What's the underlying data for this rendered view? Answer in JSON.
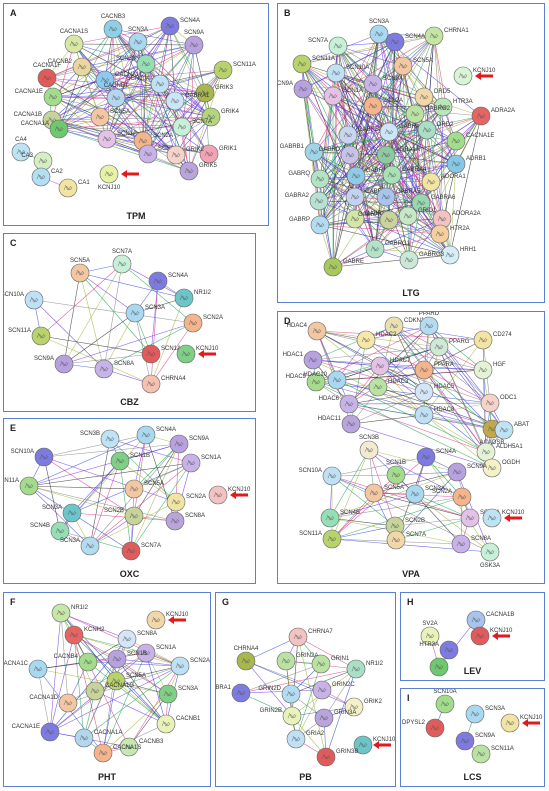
{
  "arrow_color": "#e3191c",
  "edge_colors": [
    "#2a3cd8",
    "#6a2ee0",
    "#16a34a",
    "#d92b87",
    "#222222",
    "#9ab22f",
    "#7a7a7a"
  ],
  "panels": [
    {
      "id": "A",
      "title": "TPM",
      "highlight": "KCNJ10",
      "nodes": [
        {
          "name": "CACNB3",
          "color": "#8fd0e8"
        },
        {
          "name": "SCN4A",
          "color": "#7e7be0"
        },
        {
          "name": "CACNA1S",
          "color": "#d9e7a6"
        },
        {
          "name": "SCN3A",
          "color": "#a9d8f1"
        },
        {
          "name": "SCN9A",
          "color": "#b7a2df"
        },
        {
          "name": "CACNA1F",
          "color": "#e05c5c"
        },
        {
          "name": "CACNB2",
          "color": "#e9d7a0"
        },
        {
          "name": "SCN3B",
          "color": "#96dfb6"
        },
        {
          "name": "SCN11A",
          "color": "#b8d36b"
        },
        {
          "name": "CACNA1E",
          "color": "#a3dc8c"
        },
        {
          "name": "CACNA1C",
          "color": "#8ec9ef"
        },
        {
          "name": "SCN10A",
          "color": "#bfe0f5"
        },
        {
          "name": "GRIK3",
          "color": "#a9b84e"
        },
        {
          "name": "CACNB1",
          "color": "#b5d6ef"
        },
        {
          "name": "GABRA1",
          "color": "#cbe7f7"
        },
        {
          "name": "CACNA1B",
          "color": "#c6d49a"
        },
        {
          "name": "GRIK4",
          "color": "#b4d57d"
        },
        {
          "name": "CACNA1A",
          "color": "#6ec96e"
        },
        {
          "name": "SCN5A",
          "color": "#f2c7a2"
        },
        {
          "name": "SCN1A",
          "color": "#e4c2e7"
        },
        {
          "name": "SCN7A",
          "color": "#c7f0d9"
        },
        {
          "name": "SCN2A",
          "color": "#f4b48c"
        },
        {
          "name": "SCN8A",
          "color": "#c8b3e8"
        },
        {
          "name": "GRIK1",
          "color": "#f4a3b5"
        },
        {
          "name": "GRIK2",
          "color": "#f6d3c9"
        },
        {
          "name": "GRIK5",
          "color": "#b9a4dc"
        },
        {
          "name": "KCNJ10",
          "color": "#e8f2a7"
        },
        {
          "name": "CA4",
          "color": "#bde3f4"
        },
        {
          "name": "CA3",
          "color": "#d5efc2"
        },
        {
          "name": "CA2",
          "color": "#b2e0f2"
        },
        {
          "name": "CA1",
          "color": "#f2e4a3"
        }
      ]
    },
    {
      "id": "B",
      "title": "LTG",
      "highlight": "KCNJ10",
      "nodes": [
        {
          "name": "SCN3A",
          "color": "#a9d8f1"
        },
        {
          "name": "CHRNA1",
          "color": "#c5e6a3"
        },
        {
          "name": "SCN7A",
          "color": "#c7f0d9"
        },
        {
          "name": "SCN4A",
          "color": "#7e7be0"
        },
        {
          "name": "SCN11A",
          "color": "#b8d36b"
        },
        {
          "name": "SCN5A",
          "color": "#f2c7a2"
        },
        {
          "name": "KCNJ10",
          "color": "#d9f5d6"
        },
        {
          "name": "SCN10A",
          "color": "#bfe0f5"
        },
        {
          "name": "SCN8A",
          "color": "#c8b3e8"
        },
        {
          "name": "SCN9A",
          "color": "#b7a2df"
        },
        {
          "name": "SCN1A",
          "color": "#e4c2e7"
        },
        {
          "name": "DRD5",
          "color": "#f2d7a8"
        },
        {
          "name": "SCN2A",
          "color": "#f4b48c"
        },
        {
          "name": "HTR3A",
          "color": "#b8e6b8"
        },
        {
          "name": "GABRG2",
          "color": "#b9e2a3"
        },
        {
          "name": "ADRA2A",
          "color": "#e56464"
        },
        {
          "name": "GABRB3",
          "color": "#c7d6f0"
        },
        {
          "name": "GABRA1",
          "color": "#cbe7f7"
        },
        {
          "name": "DRD2",
          "color": "#a8dfc5"
        },
        {
          "name": "CACNA1E",
          "color": "#a3dc8c"
        },
        {
          "name": "GABRB1",
          "color": "#9fd5e9"
        },
        {
          "name": "GABRD",
          "color": "#c8c2e8"
        },
        {
          "name": "ADRA1A",
          "color": "#8dc9a1"
        },
        {
          "name": "ADRB1",
          "color": "#86c7e6"
        },
        {
          "name": "GABRQ",
          "color": "#b3e3c3"
        },
        {
          "name": "GABRA3",
          "color": "#8fcbe7"
        },
        {
          "name": "GABRA4",
          "color": "#a9e1b7"
        },
        {
          "name": "ADORA1",
          "color": "#f2e4a3"
        },
        {
          "name": "GABRA2",
          "color": "#b5e2d3"
        },
        {
          "name": "GABRB2",
          "color": "#c2d3ef"
        },
        {
          "name": "GABRA5",
          "color": "#a8c3ec"
        },
        {
          "name": "GABRA6",
          "color": "#98d7b0"
        },
        {
          "name": "GRID1",
          "color": "#c6e8c4"
        },
        {
          "name": "ADORA2A",
          "color": "#f3c2c2"
        },
        {
          "name": "GABRP",
          "color": "#b3dcf2"
        },
        {
          "name": "GABRR2",
          "color": "#d3e6a6"
        },
        {
          "name": "GABRA",
          "color": "#c8d49c"
        },
        {
          "name": "HTR2A",
          "color": "#f4d09e"
        },
        {
          "name": "HRH1",
          "color": "#d6eef7"
        },
        {
          "name": "GABRE",
          "color": "#a7c85a"
        },
        {
          "name": "GABRG1",
          "color": "#b2e3c8"
        },
        {
          "name": "GABRG3",
          "color": "#c9e9d6"
        }
      ]
    },
    {
      "id": "C",
      "title": "CBZ",
      "highlight": "KCNJ10",
      "nodes": [
        {
          "name": "SCN7A",
          "color": "#c7f0d9"
        },
        {
          "name": "SCN5A",
          "color": "#f2c7a2"
        },
        {
          "name": "SCN4A",
          "color": "#7e7be0"
        },
        {
          "name": "NR1I2",
          "color": "#6cc6c9"
        },
        {
          "name": "SCN10A",
          "color": "#bfe0f5"
        },
        {
          "name": "SCN3A",
          "color": "#a9d8f1"
        },
        {
          "name": "SCN2A",
          "color": "#f4b48c"
        },
        {
          "name": "SCN11A",
          "color": "#b8d36b"
        },
        {
          "name": "SCN1A",
          "color": "#e05c5c"
        },
        {
          "name": "KCNJ10",
          "color": "#7fcf87"
        },
        {
          "name": "SCN9A",
          "color": "#b7a2df"
        },
        {
          "name": "SCN8A",
          "color": "#c8b3e8"
        },
        {
          "name": "CHRNA4",
          "color": "#f4c1b3"
        }
      ]
    },
    {
      "id": "D",
      "title": "VPA",
      "highlight": "KCNJ10",
      "nodes": [
        {
          "name": "CDKN1A",
          "color": "#e9e2b0"
        },
        {
          "name": "HDAC4",
          "color": "#f2c7a2"
        },
        {
          "name": "PPARD",
          "color": "#b3dcf2"
        },
        {
          "name": "CD274",
          "color": "#f2e4a3"
        },
        {
          "name": "HDAC2",
          "color": "#f5e8a8"
        },
        {
          "name": "PPARG",
          "color": "#cfe9d6"
        },
        {
          "name": "HDAC1",
          "color": "#b7a2df"
        },
        {
          "name": "HDAC7",
          "color": "#e4c2e7"
        },
        {
          "name": "PPARA",
          "color": "#f4b48c"
        },
        {
          "name": "HGF",
          "color": "#e5f2d5"
        },
        {
          "name": "HDAC9",
          "color": "#a3dc8c"
        },
        {
          "name": "HDAC5",
          "color": "#d3e6f7"
        },
        {
          "name": "HDAC3",
          "color": "#b9e2a3"
        },
        {
          "name": "HDAC6",
          "color": "#c8b3e8"
        },
        {
          "name": "HDAC10",
          "color": "#a9d8f1"
        },
        {
          "name": "HDAC8",
          "color": "#bfe0f5"
        },
        {
          "name": "HDAC11",
          "color": "#b9a4dc"
        },
        {
          "name": "ODC1",
          "color": "#f6d3c9"
        },
        {
          "name": "ACADSB",
          "color": "#c0a84e"
        },
        {
          "name": "ABAT",
          "color": "#bde3f4"
        },
        {
          "name": "ALDH5A1",
          "color": "#e5f2d5"
        },
        {
          "name": "OGDH",
          "color": "#f4f0c8"
        },
        {
          "name": "SCN3B",
          "color": "#f3ead1"
        },
        {
          "name": "SCN4A",
          "color": "#7e7be0"
        },
        {
          "name": "SCN10A",
          "color": "#bfe0f5"
        },
        {
          "name": "SCN1B",
          "color": "#a3dc8c"
        },
        {
          "name": "SCN9A",
          "color": "#b7a2df"
        },
        {
          "name": "SCN5A",
          "color": "#f2c7a2"
        },
        {
          "name": "SCN3A",
          "color": "#a9d8f1"
        },
        {
          "name": "SCN2A",
          "color": "#f4b48c"
        },
        {
          "name": "SCN4B",
          "color": "#96dfb6"
        },
        {
          "name": "SCN2B",
          "color": "#c6d49a"
        },
        {
          "name": "SCN1A",
          "color": "#e4c2e7"
        },
        {
          "name": "KCNJ10",
          "color": "#bde3f4"
        },
        {
          "name": "SCN11A",
          "color": "#b8d36b"
        },
        {
          "name": "SCN7A",
          "color": "#f2d7a8"
        },
        {
          "name": "SCN8A",
          "color": "#c8b3e8"
        },
        {
          "name": "GSK3A",
          "color": "#c7f0d9"
        }
      ]
    },
    {
      "id": "E",
      "title": "OXC",
      "highlight": "KCNJ10",
      "nodes": [
        {
          "name": "SCN3B",
          "color": "#bde3f4"
        },
        {
          "name": "SCN4A",
          "color": "#a9d8f1"
        },
        {
          "name": "SCN9A",
          "color": "#b7a2df"
        },
        {
          "name": "SCN10A",
          "color": "#7e7be0"
        },
        {
          "name": "SCN1B",
          "color": "#7fcf87"
        },
        {
          "name": "SCN1A",
          "color": "#c8b3e8"
        },
        {
          "name": "SCN11A",
          "color": "#a3dc8c"
        },
        {
          "name": "SCN5A",
          "color": "#f2c7a2"
        },
        {
          "name": "SCN2A",
          "color": "#f2e4a3"
        },
        {
          "name": "KCNJ10",
          "color": "#f3c2c2"
        },
        {
          "name": "SCN3A",
          "color": "#6cc6c9"
        },
        {
          "name": "SCN2B",
          "color": "#c6d49a"
        },
        {
          "name": "SCN8A",
          "color": "#b9a4dc"
        },
        {
          "name": "SCN4B",
          "color": "#96dfb6"
        },
        {
          "name": "SCN7A",
          "color": "#e05c5c"
        },
        {
          "name": "SCN3A",
          "color": "#b3dcf2"
        }
      ]
    },
    {
      "id": "F",
      "title": "PHT",
      "highlight": "KCNJ10",
      "nodes": [
        {
          "name": "NR1I2",
          "color": "#c6e8a6"
        },
        {
          "name": "KCNJ10",
          "color": "#f2d7a8"
        },
        {
          "name": "KCNH2",
          "color": "#e56464"
        },
        {
          "name": "SCN8A",
          "color": "#d3e6f7"
        },
        {
          "name": "SCN1A",
          "color": "#c8b3e8"
        },
        {
          "name": "CACNA1C",
          "color": "#a9d8f1"
        },
        {
          "name": "SCN1B",
          "color": "#b7a2df"
        },
        {
          "name": "CACNB4",
          "color": "#a3dc8c"
        },
        {
          "name": "SCN2A",
          "color": "#bfe0f5"
        },
        {
          "name": "SCN5A",
          "color": "#b8d36b"
        },
        {
          "name": "CACNA1G",
          "color": "#c6d49a"
        },
        {
          "name": "SCN3A",
          "color": "#7fcf87"
        },
        {
          "name": "CACNA1D",
          "color": "#f2c7a2"
        },
        {
          "name": "CACNB1",
          "color": "#e9f2b9"
        },
        {
          "name": "CACNA1E",
          "color": "#7e7be0"
        },
        {
          "name": "CACNA1A",
          "color": "#b5d6ef"
        },
        {
          "name": "CACNB3",
          "color": "#c7e8b3"
        },
        {
          "name": "CACNA1S",
          "color": "#f4b48c"
        }
      ]
    },
    {
      "id": "G",
      "title": "PB",
      "highlight": "KCNJ10",
      "nodes": [
        {
          "name": "CHRNA7",
          "color": "#f3c2c2"
        },
        {
          "name": "CHRNA4",
          "color": "#a9b84e"
        },
        {
          "name": "GRIN2A",
          "color": "#b9e2a3"
        },
        {
          "name": "GRIN1",
          "color": "#b9e2a3"
        },
        {
          "name": "NR1I2",
          "color": "#a8dfc5"
        },
        {
          "name": "GABRA1",
          "color": "#7e7be0"
        },
        {
          "name": "GRIN2C",
          "color": "#c8b3e8"
        },
        {
          "name": "GRIN2D",
          "color": "#b3dcf2"
        },
        {
          "name": "GRIK2",
          "color": "#f4f0c8"
        },
        {
          "name": "GRIN2B",
          "color": "#e9f2b9"
        },
        {
          "name": "GRIN3A",
          "color": "#b9a4dc"
        },
        {
          "name": "KCNJ10",
          "color": "#6cc6c9"
        },
        {
          "name": "GRIA2",
          "color": "#bfe0f5"
        },
        {
          "name": "GRIN3B",
          "color": "#e05c5c"
        }
      ]
    },
    {
      "id": "H",
      "title": "LEV",
      "highlight": "KCNJ10",
      "nodes": [
        {
          "name": "CACNA1B",
          "color": "#a8c3ec"
        },
        {
          "name": "SV2A",
          "color": "#e9f2b9"
        },
        {
          "name": "KCNJ10",
          "color": "#e05c5c"
        },
        {
          "name": "HTR3A",
          "color": "#7e7be0"
        },
        {
          "name": "",
          "color": "#6ec96e"
        }
      ]
    },
    {
      "id": "I",
      "title": "LCS",
      "highlight": "KCNJ10",
      "nodes": [
        {
          "name": "SCN10A",
          "color": "#a3dc8c"
        },
        {
          "name": "SCN3A",
          "color": "#a9d8f1"
        },
        {
          "name": "DPYSL2",
          "color": "#e05c5c"
        },
        {
          "name": "KCNJ10",
          "color": "#f2e4a3"
        },
        {
          "name": "SCN9A",
          "color": "#7e7be0"
        },
        {
          "name": "SCN11A",
          "color": "#b9e2a3"
        }
      ]
    }
  ]
}
